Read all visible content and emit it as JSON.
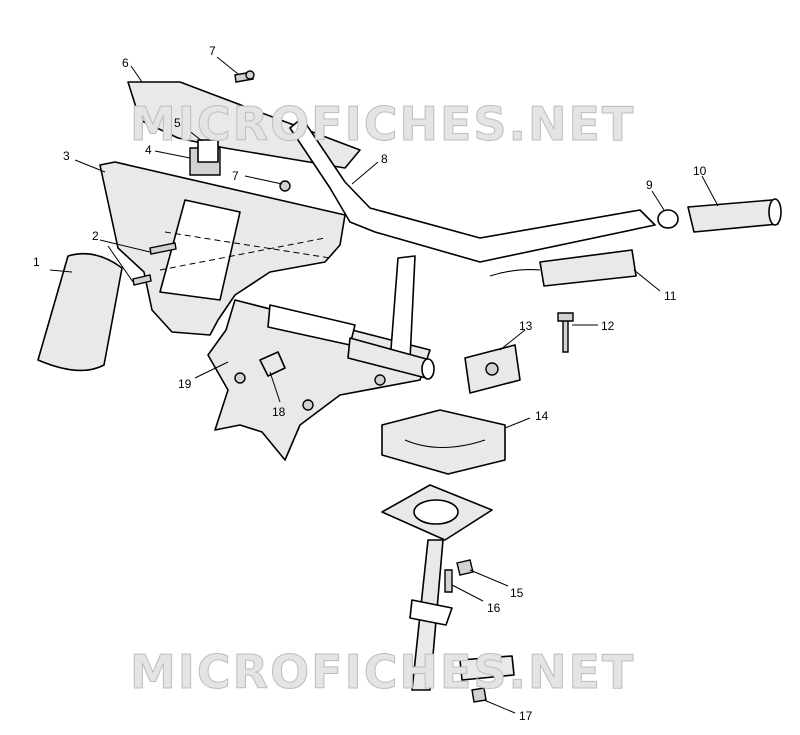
{
  "watermarks": [
    {
      "id": "watermark-top",
      "text": "MICROFICHES.NET"
    },
    {
      "id": "watermark-bottom",
      "text": "MICROFICHES.NET"
    }
  ],
  "callouts": {
    "c1": "1",
    "c2": "2",
    "c3": "3",
    "c4": "4",
    "c5": "5",
    "c6": "6",
    "c7a": "7",
    "c7b": "7",
    "c8": "8",
    "c9": "9",
    "c10": "10",
    "c11": "11",
    "c12": "12",
    "c13": "13",
    "c14": "14",
    "c15": "15",
    "c16": "16",
    "c17": "17",
    "c18": "18",
    "c19": "19"
  }
}
